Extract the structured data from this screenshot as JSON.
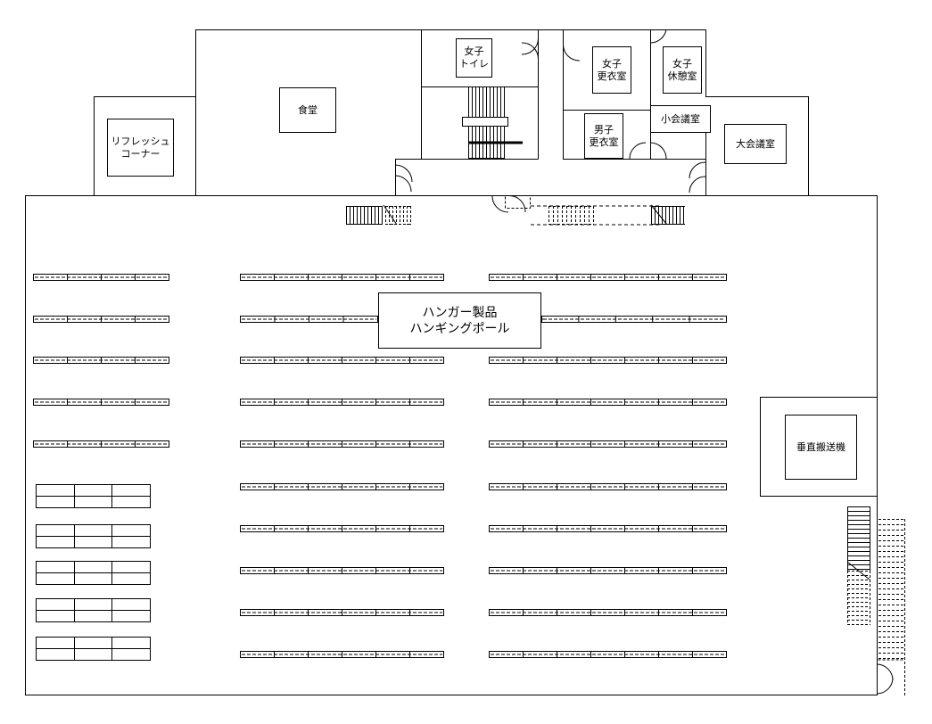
{
  "rooms": {
    "refresh": "リフレッシュ\nコーナー",
    "cafeteria": "食堂",
    "womens_toilet": "女子\nトイレ",
    "womens_locker": "女子\n更衣室",
    "womens_rest": "女子\n休憩室",
    "small_meeting": "小会議室",
    "mens_locker": "男子\n更衣室",
    "large_meeting": "大会議室",
    "hanger_area": "ハンガー製品\nハンギングポール",
    "vertical_conveyor": "垂直搬送機"
  }
}
